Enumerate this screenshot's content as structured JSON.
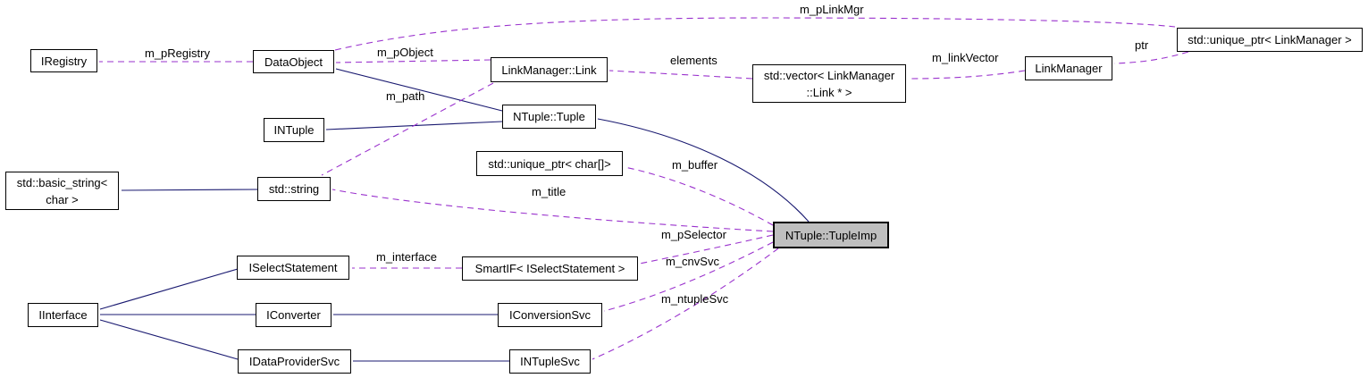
{
  "diagram": {
    "kind": "collaboration-graph",
    "highlighted_node": "NTuple::TupleImp",
    "colors": {
      "background": "#ffffff",
      "node_border": "#000000",
      "node_fill": "#ffffff",
      "highlight_fill": "#bfbfbf",
      "inheritance_edge": "#191970",
      "usage_edge": "#9a32cd",
      "text": "#000000"
    },
    "nodes": {
      "iregistry": {
        "label": "IRegistry"
      },
      "dataobject": {
        "label": "DataObject"
      },
      "linkmanager_link": {
        "label": "LinkManager::Link"
      },
      "vector_link_ptr": {
        "label": "std::vector< LinkManager\n::Link * >"
      },
      "linkmanager": {
        "label": "LinkManager"
      },
      "uniqueptr_linkmanager": {
        "label": "std::unique_ptr< LinkManager >"
      },
      "ntuple_tuple": {
        "label": "NTuple::Tuple"
      },
      "intuple": {
        "label": "INTuple"
      },
      "basic_string": {
        "label": "std::basic_string<\nchar >"
      },
      "std_string": {
        "label": "std::string"
      },
      "uniqueptr_char": {
        "label": "std::unique_ptr< char[]>"
      },
      "tupleimp": {
        "label": "NTuple::TupleImp"
      },
      "iselectstatement": {
        "label": "ISelectStatement"
      },
      "smartif": {
        "label": "SmartIF< ISelectStatement >"
      },
      "iinterface": {
        "label": "IInterface"
      },
      "iconverter": {
        "label": "IConverter"
      },
      "iconversionsvc": {
        "label": "IConversionSvc"
      },
      "idataprovidersvc": {
        "label": "IDataProviderSvc"
      },
      "intuplesvc": {
        "label": "INTupleSvc"
      }
    },
    "edge_labels": {
      "m_pregistry": "m_pRegistry",
      "m_pobject": "m_pObject",
      "m_plinkmgr": "m_pLinkMgr",
      "ptr": "ptr",
      "m_linkvector": "m_linkVector",
      "elements": "elements",
      "m_path": "m_path",
      "m_buffer": "m_buffer",
      "m_title": "m_title",
      "m_pselector": "m_pSelector",
      "m_interface": "m_interface",
      "m_cnvsvc": "m_cnvSvc",
      "m_ntuplesvc": "m_ntupleSvc"
    },
    "edges": [
      {
        "from": "NTuple::Tuple",
        "to": "DataObject",
        "type": "inheritance"
      },
      {
        "from": "NTuple::Tuple",
        "to": "INTuple",
        "type": "inheritance"
      },
      {
        "from": "NTuple::TupleImp",
        "to": "NTuple::Tuple",
        "type": "inheritance"
      },
      {
        "from": "std::string",
        "to": "std::basic_string< char >",
        "type": "inheritance"
      },
      {
        "from": "ISelectStatement",
        "to": "IInterface",
        "type": "inheritance"
      },
      {
        "from": "IConverter",
        "to": "IInterface",
        "type": "inheritance"
      },
      {
        "from": "IDataProviderSvc",
        "to": "IInterface",
        "type": "inheritance"
      },
      {
        "from": "IConversionSvc",
        "to": "IConverter",
        "type": "inheritance"
      },
      {
        "from": "INTupleSvc",
        "to": "IDataProviderSvc",
        "type": "inheritance"
      },
      {
        "from": "DataObject",
        "to": "IRegistry",
        "type": "usage",
        "label": "m_pRegistry"
      },
      {
        "from": "LinkManager::Link",
        "to": "DataObject",
        "type": "usage",
        "label": "m_pObject"
      },
      {
        "from": "DataObject",
        "to": "std::unique_ptr< LinkManager >",
        "type": "usage",
        "label": "m_pLinkMgr"
      },
      {
        "from": "std::unique_ptr< LinkManager >",
        "to": "LinkManager",
        "type": "usage",
        "label": "ptr"
      },
      {
        "from": "LinkManager",
        "to": "std::vector< LinkManager::Link * >",
        "type": "usage",
        "label": "m_linkVector"
      },
      {
        "from": "std::vector< LinkManager::Link * >",
        "to": "LinkManager::Link",
        "type": "usage",
        "label": "elements"
      },
      {
        "from": "LinkManager::Link",
        "to": "std::string",
        "type": "usage",
        "label": "m_path"
      },
      {
        "from": "NTuple::TupleImp",
        "to": "std::unique_ptr< char[]>",
        "type": "usage",
        "label": "m_buffer"
      },
      {
        "from": "NTuple::TupleImp",
        "to": "std::string",
        "type": "usage",
        "label": "m_title"
      },
      {
        "from": "NTuple::TupleImp",
        "to": "SmartIF< ISelectStatement >",
        "type": "usage",
        "label": "m_pSelector"
      },
      {
        "from": "SmartIF< ISelectStatement >",
        "to": "ISelectStatement",
        "type": "usage",
        "label": "m_interface"
      },
      {
        "from": "NTuple::TupleImp",
        "to": "IConversionSvc",
        "type": "usage",
        "label": "m_cnvSvc"
      },
      {
        "from": "NTuple::TupleImp",
        "to": "INTupleSvc",
        "type": "usage",
        "label": "m_ntupleSvc"
      }
    ]
  }
}
